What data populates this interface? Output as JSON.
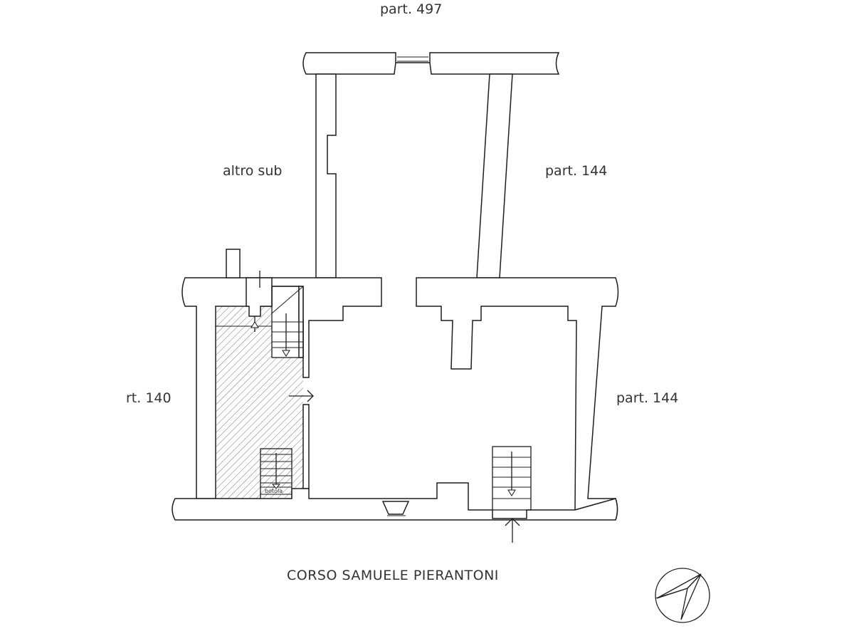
{
  "labels": {
    "top": "part. 497",
    "upper_left": "altro sub",
    "upper_right": "part. 144",
    "left": "rt. 140",
    "right": "part. 144",
    "street": "CORSO SAMUELE PIERANTONI",
    "hatch_note": "botola"
  },
  "icons": {
    "north_arrow": "compass-north-arrow-icon",
    "entrance_arrow": "up-arrow-icon",
    "stair_arrow": "down-arrow-icon"
  },
  "colors": {
    "line": "#1e1e1e",
    "text": "#333333",
    "background": "#ffffff"
  }
}
